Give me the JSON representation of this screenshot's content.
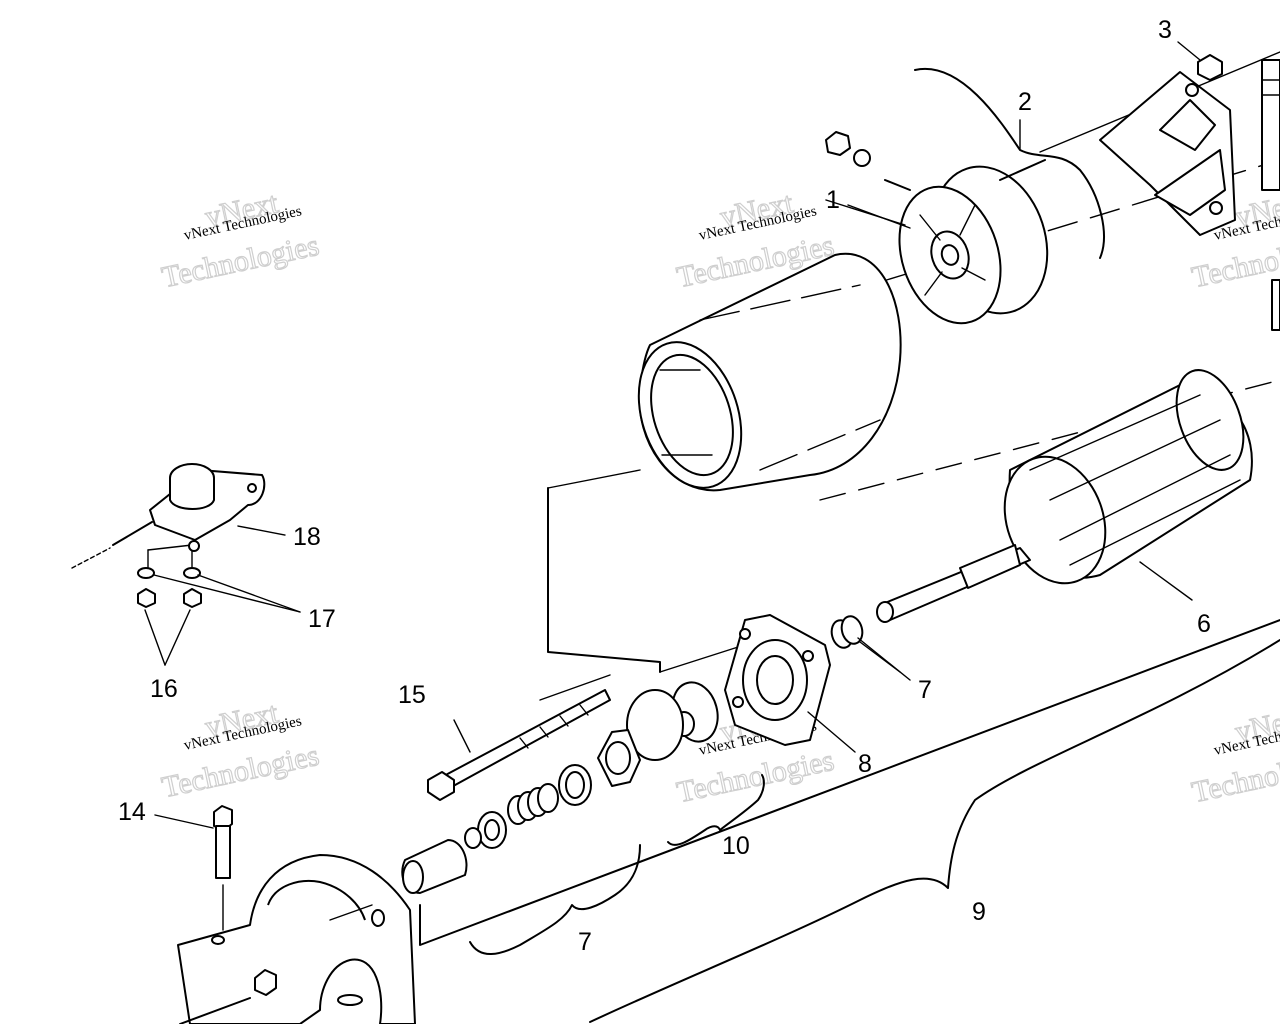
{
  "diagram": {
    "callouts": [
      {
        "id": "1",
        "text": "1"
      },
      {
        "id": "2",
        "text": "2"
      },
      {
        "id": "3",
        "text": "3"
      },
      {
        "id": "6",
        "text": "6"
      },
      {
        "id": "7a",
        "text": "7"
      },
      {
        "id": "7b",
        "text": "7"
      },
      {
        "id": "8",
        "text": "8"
      },
      {
        "id": "9",
        "text": "9"
      },
      {
        "id": "10",
        "text": "10"
      },
      {
        "id": "14",
        "text": "14"
      },
      {
        "id": "15",
        "text": "15"
      },
      {
        "id": "16",
        "text": "16"
      },
      {
        "id": "17",
        "text": "17"
      },
      {
        "id": "18",
        "text": "18"
      }
    ],
    "watermark": {
      "line1": "vNext Technologies",
      "line2": "vNext",
      "line3": "Technologies"
    }
  }
}
